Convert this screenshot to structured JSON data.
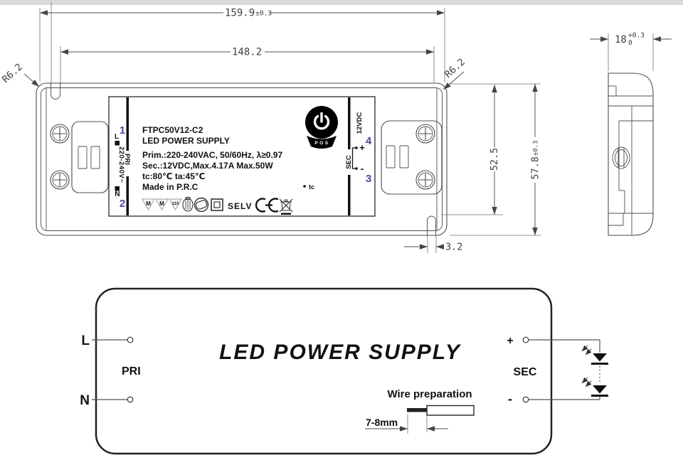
{
  "colors": {
    "accent_blue": "#4646ad",
    "drawing_line": "#4d4d4d",
    "top_strip": "#dadada",
    "ink": "#111111"
  },
  "drawing": {
    "dim_length_total": "159.9",
    "dim_length_total_tol": "±0.3",
    "dim_slot_span": "148.2",
    "dim_radius_left": "R6.2",
    "dim_radius_right": "R6.2",
    "dim_height_slot": "52.5",
    "dim_height_total": "57.8",
    "dim_height_total_tol": "±0.3",
    "dim_slot_width": "3.2",
    "dim_depth": "18",
    "dim_depth_tol_plus": "+0.3",
    "dim_depth_tol_minus": "0"
  },
  "label": {
    "model": "FTPC50V12-C2",
    "product": "LED POWER SUPPLY",
    "line_primary": "Prim.:220-240VAC, 50/60Hz, λ≥0.97",
    "line_secondary": "Sec.:12VDC,Max.4.17A Max.50W",
    "line_temps": "tc:80℃  ta:45℃",
    "line_origin": "Made in P.R.C",
    "selv": "SELV",
    "tc_point": "tc",
    "logo": "POS",
    "tri_marks": [
      "M",
      "M",
      "110"
    ],
    "pri": {
      "pin1": "1",
      "l": "L",
      "voltage": "220-240V~",
      "label": "PRI",
      "n": "N",
      "pin2": "2"
    },
    "sec": {
      "pin4": "4",
      "plus": "+",
      "minus": "-",
      "pin3": "3",
      "label": "SEC",
      "voltage": "12VDC"
    }
  },
  "wiring": {
    "title": "LED POWER SUPPLY",
    "l": "L",
    "pri": "PRI",
    "n": "N",
    "plus": "+",
    "sec": "SEC",
    "minus": "-",
    "wire_prep_label": "Wire preparation",
    "wire_prep_dim": "7-8mm"
  }
}
